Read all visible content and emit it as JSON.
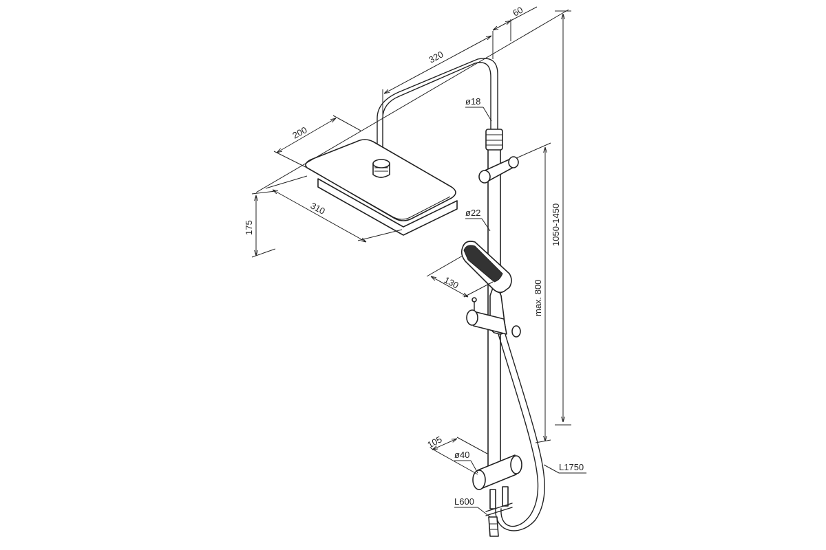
{
  "dimensions": {
    "arm_reach": "320",
    "wall_offset": "60",
    "head_depth": "200",
    "head_width": "310",
    "head_height": "175",
    "pipe_upper_diameter": "ø18",
    "pipe_lower_diameter": "ø22",
    "overall_height": "1050-1450",
    "slider_travel": "max. 800",
    "hand_shower_head": "130",
    "mixer_projection": "105",
    "mixer_diameter": "ø40",
    "hose_length": "L1750",
    "lower_pipe_length": "L600"
  }
}
